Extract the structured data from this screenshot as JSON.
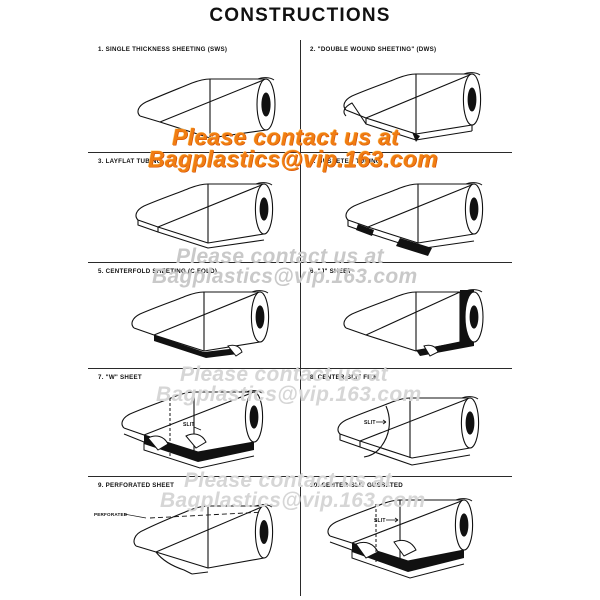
{
  "page": {
    "title": "CONSTRUCTIONS",
    "background_color": "#ffffff",
    "line_color": "#2a2a2a"
  },
  "watermarks": {
    "orange": {
      "line1": "Please contact us at",
      "line2": "Bagplastics@vip.163.com",
      "color": "#f07d12"
    },
    "gray": {
      "line1": "Please contact us at",
      "line2": "Bagplastics@vip.163.com",
      "color": "#c9c9c9"
    }
  },
  "items": [
    {
      "label": "1. SINGLE THICKNESS SHEETING  (SWS)",
      "annotation": ""
    },
    {
      "label": "2. \"DOUBLE WOUND SHEETING\"   (DWS)",
      "annotation": ""
    },
    {
      "label": "3. LAYFLAT TUBING",
      "annotation": ""
    },
    {
      "label": "4. GUSSETED TUBING",
      "annotation": ""
    },
    {
      "label": "5. CENTERFOLD SHEETING  (C FOLD)",
      "annotation": ""
    },
    {
      "label": "6. \"J\" SHEET",
      "annotation": ""
    },
    {
      "label": "7. \"W\"  SHEET",
      "annotation": "SLIT"
    },
    {
      "label": "8. CENTER-SLIT FILM",
      "annotation": "SLIT"
    },
    {
      "label": "9. PERFORATED SHEET",
      "annotation": "PERFORATED"
    },
    {
      "label": "10. CENTER-SLIT GUSSETED",
      "annotation": "SLIT"
    }
  ]
}
